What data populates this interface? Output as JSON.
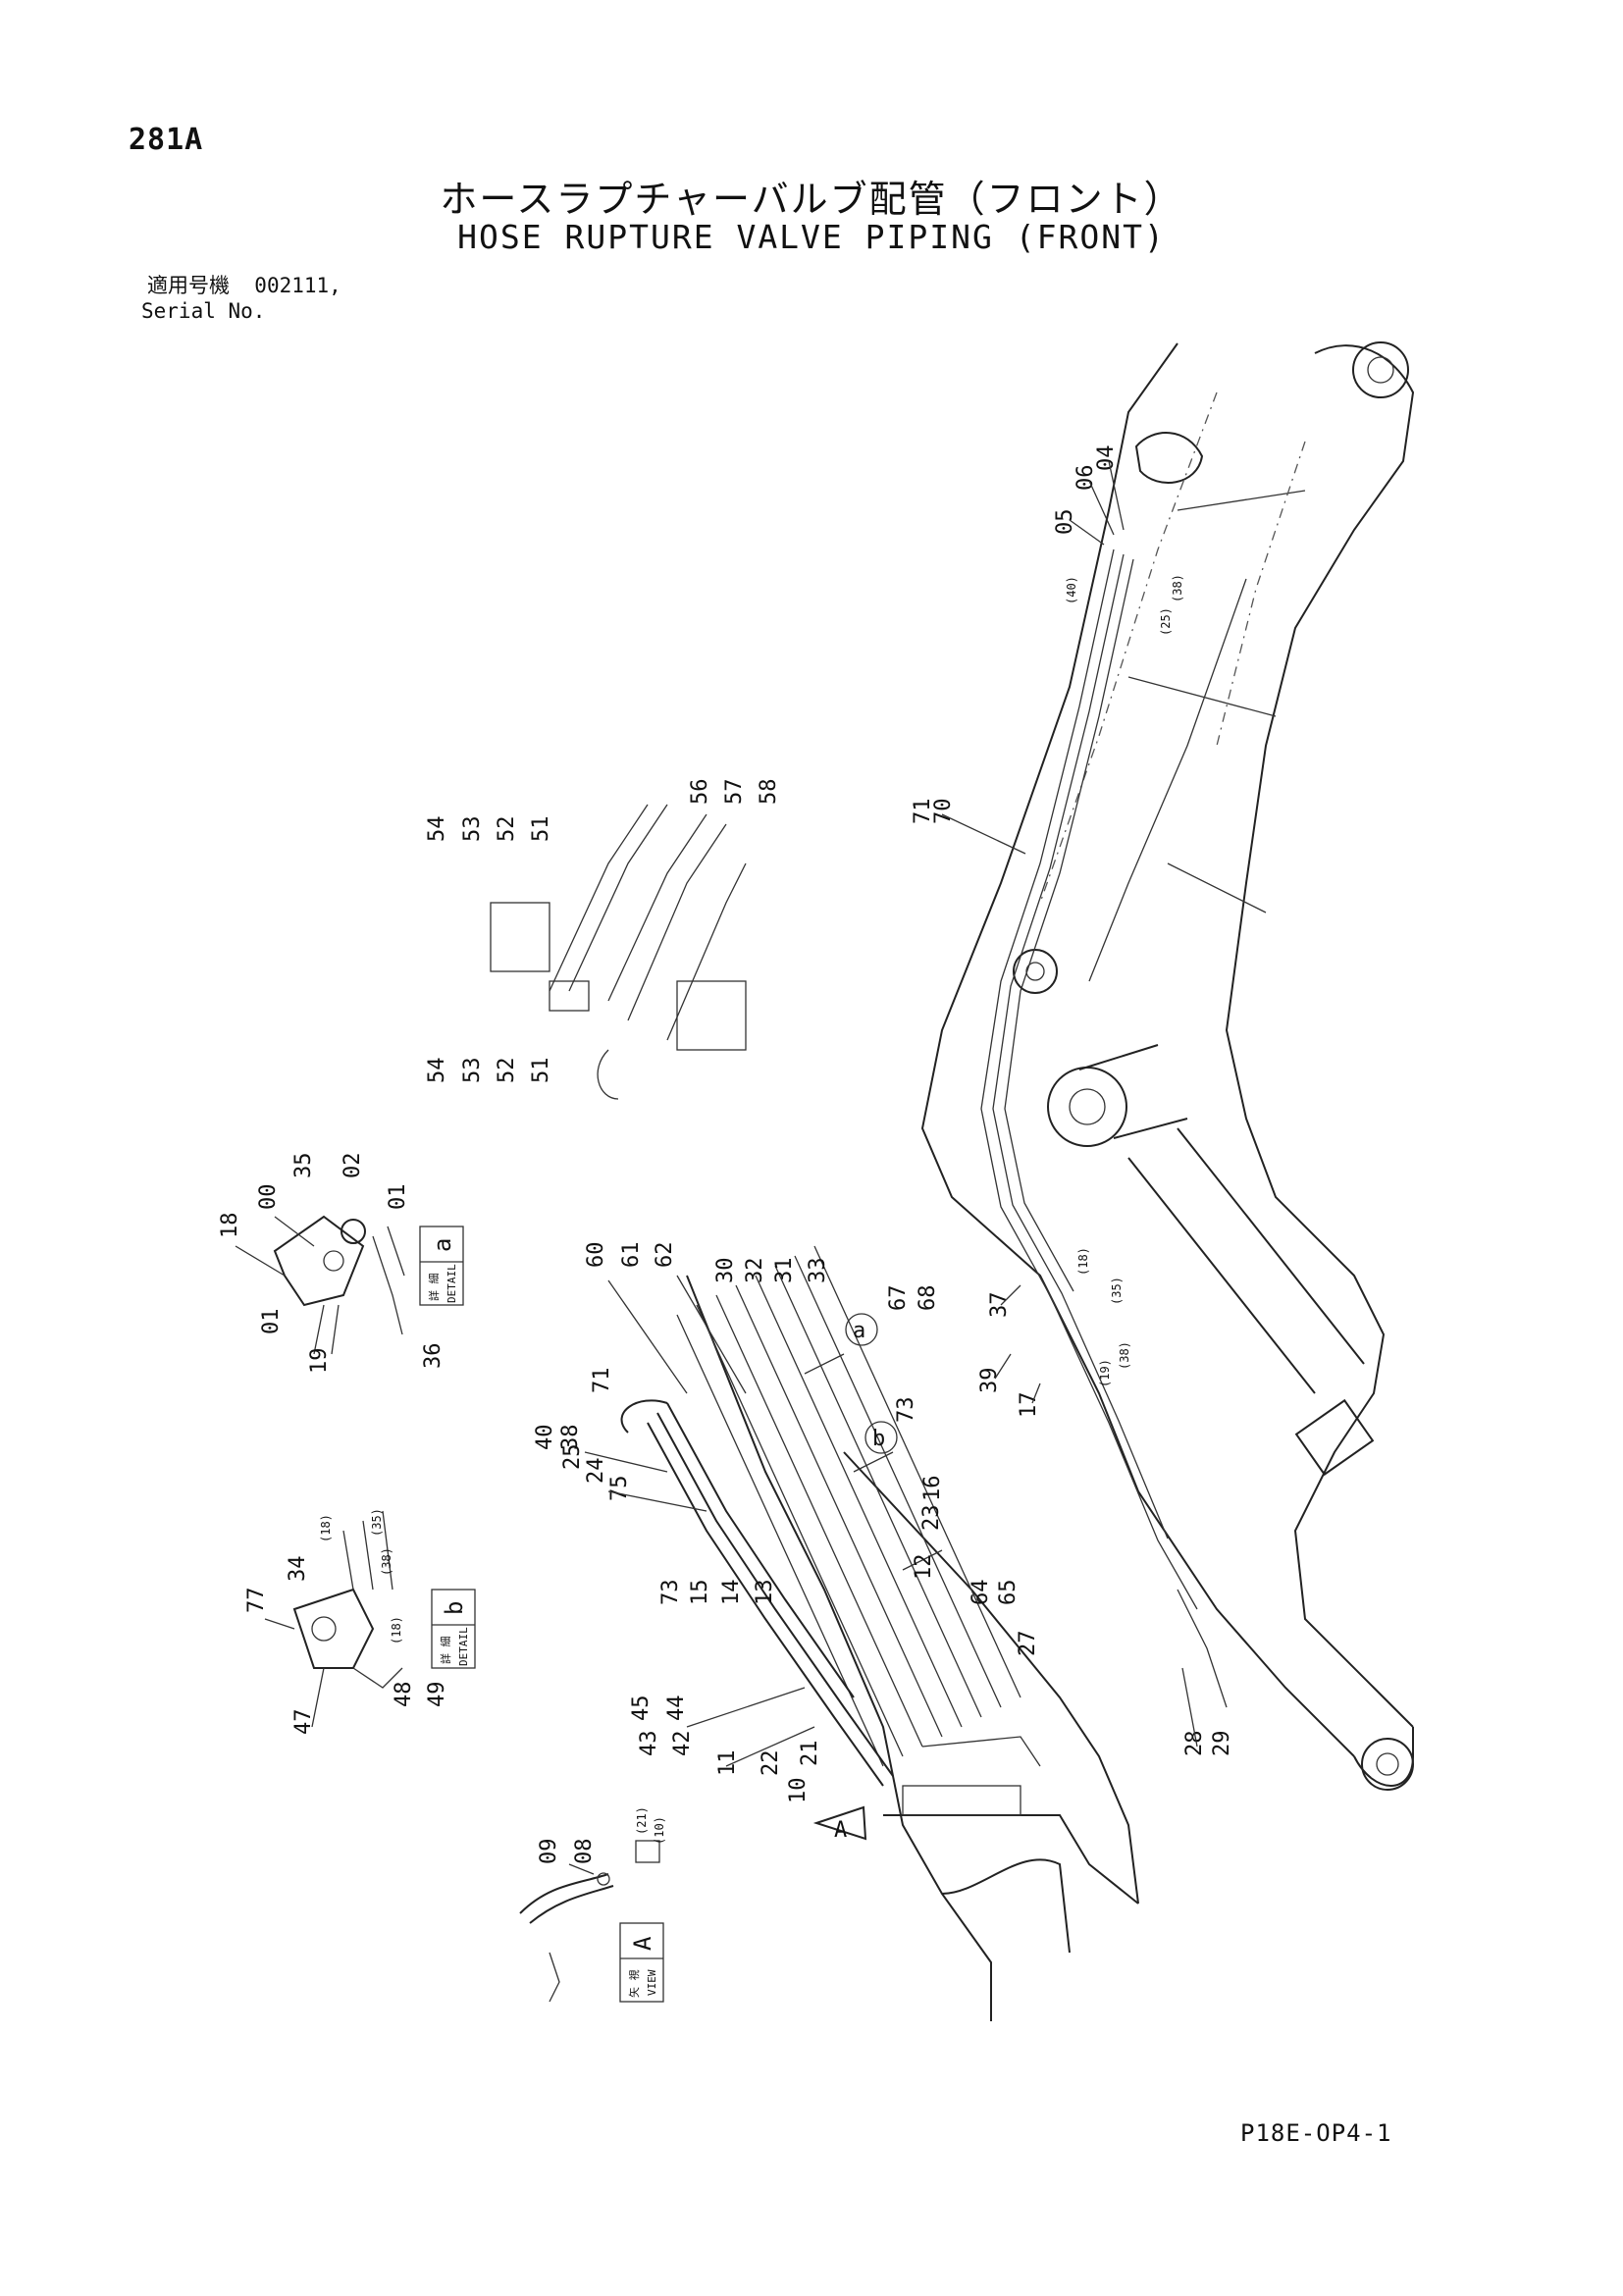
{
  "header": {
    "page_number": "281A",
    "title_jp": "ホースラプチャーバルブ配管（フロント）",
    "title_en": "HOSE RUPTURE VALVE PIPING (FRONT)",
    "serial_label_jp": "適用号機",
    "serial_value": "002111,",
    "serial_label_en": "Serial No."
  },
  "footer": {
    "doc_code": "P18E-OP4-1"
  },
  "detail_labels": {
    "detail_a": {
      "jp": "詳 細",
      "en": "DETAIL",
      "letter": "a"
    },
    "detail_b": {
      "jp": "詳 細",
      "en": "DETAIL",
      "letter": "b"
    },
    "view_a": {
      "jp": "矢 視",
      "en": "VIEW",
      "letter": "A"
    },
    "arrow_a": "A"
  },
  "callouts": {
    "boom_top": [
      "05",
      "06",
      "04"
    ],
    "boom_top_hose": [
      "(40)",
      "(25)",
      "(38)"
    ],
    "boom_mid": [
      "71",
      "70"
    ],
    "boom_lower": [
      "37",
      "39",
      "17"
    ],
    "boom_lower_hose": [
      "(18)",
      "(35)",
      "(19)",
      "(38)"
    ],
    "boom_end": [
      "28",
      "29"
    ],
    "clamp_detail_upper": [
      "54",
      "53",
      "52",
      "51"
    ],
    "clamp_detail_right": [
      "56",
      "57",
      "58"
    ],
    "clamp_detail_lower": [
      "54",
      "53",
      "52",
      "51"
    ],
    "detail_a_parts": [
      "18",
      "00",
      "35",
      "02",
      "01",
      "01",
      "19",
      "36"
    ],
    "main_upper": [
      "60",
      "61",
      "62",
      "30",
      "32",
      "31",
      "33",
      "67",
      "68",
      "73",
      "16",
      "71"
    ],
    "main_left": [
      "40",
      "38",
      "25",
      "24",
      "75",
      "73",
      "15",
      "14",
      "13",
      "23",
      "12",
      "64",
      "65"
    ],
    "main_lower": [
      "45",
      "44",
      "43",
      "42",
      "11",
      "22",
      "21",
      "10",
      "27"
    ],
    "detail_b_parts": [
      "77",
      "34",
      "47",
      "48",
      "49"
    ],
    "detail_b_hose": [
      "(18)",
      "(35)",
      "(38)",
      "(18)"
    ],
    "view_a_parts": [
      "09",
      "08"
    ],
    "view_a_hose": [
      "(21)",
      "(10)"
    ],
    "circle_refs": [
      "a",
      "b"
    ]
  }
}
